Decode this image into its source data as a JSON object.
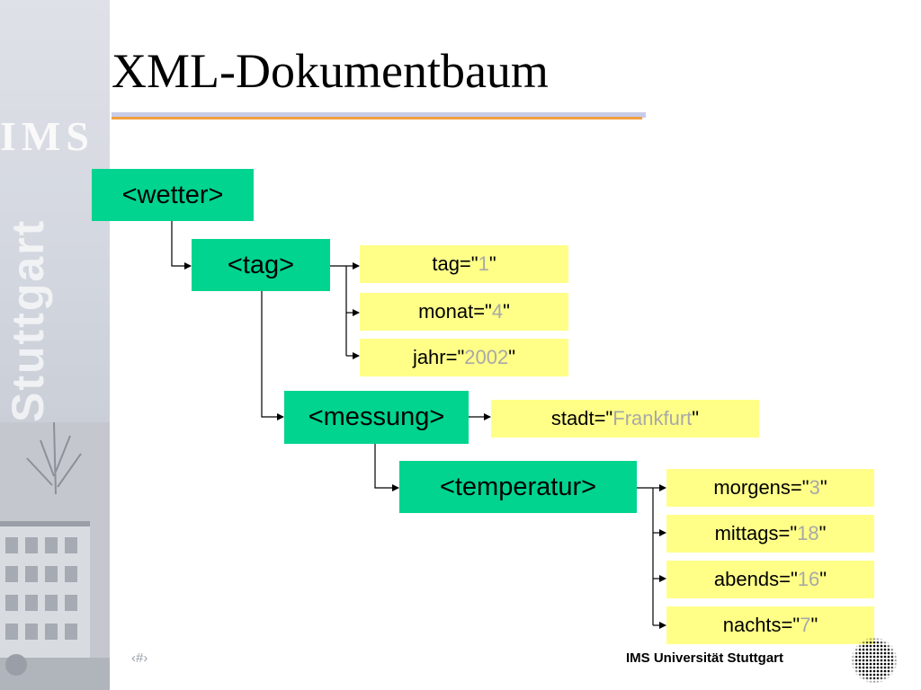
{
  "slide": {
    "title": "XML-Dokumentbaum",
    "page_number": "‹#›",
    "footer": "IMS Universität Stuttgart"
  },
  "sidebar": {
    "logo_text": "IMS",
    "city_text": "Stuttgart"
  },
  "tree": {
    "elements": {
      "wetter": "<wetter>",
      "tag": "<tag>",
      "messung": "<messung>",
      "temperatur": "<temperatur>"
    },
    "attributes": {
      "tag": {
        "name": "tag=\"",
        "value": "1",
        "close": "\""
      },
      "monat": {
        "name": "monat=\"",
        "value": "4",
        "close": "\""
      },
      "jahr": {
        "name": "jahr=\"",
        "value": "2002",
        "close": "\""
      },
      "stadt": {
        "name": "stadt=\"",
        "value": "Frankfurt",
        "close": "\""
      },
      "morgens": {
        "name": "morgens=\"",
        "value": "3",
        "close": "\""
      },
      "mittags": {
        "name": "mittags=\"",
        "value": "18",
        "close": "\""
      },
      "abends": {
        "name": "abends=\"",
        "value": "16",
        "close": "\""
      },
      "nachts": {
        "name": "nachts=\"",
        "value": "7",
        "close": "\""
      }
    }
  },
  "colors": {
    "element_fill": "#00d48e",
    "attribute_fill": "#ffff88",
    "attribute_value_text": "#a8a8a8",
    "title_rule_accent": "#f0a040"
  }
}
